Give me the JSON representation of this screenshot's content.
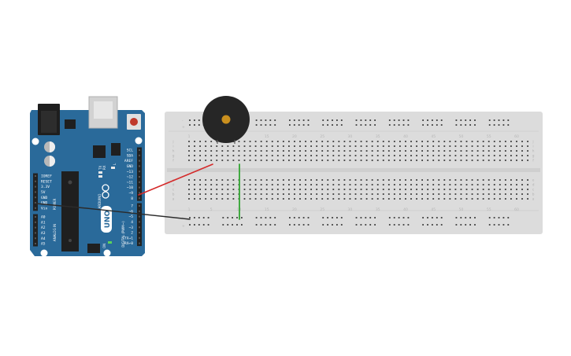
{
  "arduino": {
    "model": "UNO",
    "brand": "ARDUINO",
    "power_header": [
      "IOREF",
      "RESET",
      "3.3V",
      "5V",
      "GND",
      "GND",
      "Vin"
    ],
    "power_section": "POWER",
    "analog_header": [
      "A0",
      "A1",
      "A2",
      "A3",
      "A4",
      "A5"
    ],
    "analog_section": "ANALOG IN",
    "digital_top": [
      "SCL",
      "SDA",
      "AREF",
      "GND",
      "~13",
      "~12",
      "~11",
      "~10",
      "~9",
      "8"
    ],
    "digital_bottom": [
      "7",
      "~6",
      "~5",
      "4",
      "~3",
      "2",
      "TX→1",
      "RX←0"
    ],
    "digital_section": "DIGITAL (PWM~)",
    "led_labels": [
      "TX",
      "RX",
      "L"
    ],
    "on_label": "ON",
    "colors": {
      "board": "#2a6a9a",
      "header": "#222222",
      "chip": "#1f1f1f",
      "reset": "#c0392b"
    }
  },
  "breadboard": {
    "column_numbers": [
      "1",
      "5",
      "10",
      "15",
      "20",
      "25",
      "30",
      "35",
      "40",
      "45",
      "50",
      "55",
      "60"
    ],
    "row_letters_top": [
      "j",
      "i",
      "h",
      "g",
      "f"
    ],
    "row_letters_bottom": [
      "e",
      "d",
      "c",
      "b",
      "a"
    ],
    "rail_signs": [
      "-",
      "+"
    ],
    "colors": {
      "body": "#dcdcdc",
      "hole": "#3a3a3a"
    }
  },
  "buzzer": {
    "colors": {
      "body": "#262626",
      "center": "#c98f1e"
    }
  },
  "wires": [
    {
      "name": "wire-red",
      "color": "#d42a2a"
    },
    {
      "name": "wire-green",
      "color": "#31a531"
    },
    {
      "name": "wire-black",
      "color": "#2b2b2b"
    }
  ]
}
